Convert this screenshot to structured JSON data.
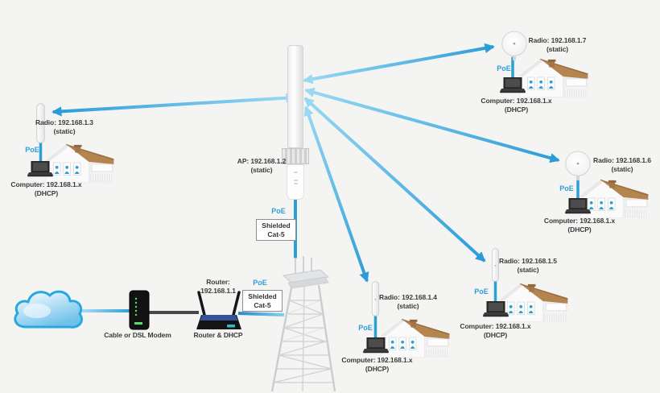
{
  "ap": {
    "name": "AP: 192.168.1.2",
    "mode": "(static)"
  },
  "tower_link": {
    "poe": "PoE",
    "cable_line1": "Shielded",
    "cable_line2": "Cat-5"
  },
  "router": {
    "title": "Router:",
    "ip": "192.168.1.1",
    "caption": "Router & DHCP",
    "poe": "PoE",
    "cable_line1": "Shielded",
    "cable_line2": "Cat-5"
  },
  "internet": {
    "modem_label": "Cable or DSL Modem"
  },
  "clients": [
    {
      "radio": "Radio: 192.168.1.3",
      "radio_mode": "(static)",
      "poe": "PoE",
      "computer": "Computer: 192.168.1.x",
      "computer_mode": "(DHCP)",
      "device": "sector"
    },
    {
      "radio": "Radio: 192.168.1.7",
      "radio_mode": "(static)",
      "poe": "PoE",
      "computer": "Computer: 192.168.1.x",
      "computer_mode": "(DHCP)",
      "device": "dish"
    },
    {
      "radio": "Radio: 192.168.1.6",
      "radio_mode": "(static)",
      "poe": "PoE",
      "computer": "Computer: 192.168.1.x",
      "computer_mode": "(DHCP)",
      "device": "dish"
    },
    {
      "radio": "Radio: 192.168.1.5",
      "radio_mode": "(static)",
      "poe": "PoE",
      "computer": "Computer: 192.168.1.x",
      "computer_mode": "(DHCP)",
      "device": "sector"
    },
    {
      "radio": "Radio: 192.168.1.4",
      "radio_mode": "(static)",
      "poe": "PoE",
      "computer": "Computer: 192.168.1.x",
      "computer_mode": "(DHCP)",
      "device": "sector"
    }
  ],
  "colors": {
    "link_dark": "#2b9cd8",
    "link_light": "#9ad9f3",
    "poe_text": "#2e9fd6",
    "cloud_stroke": "#29a8e0",
    "roof_brown": "#b5854f",
    "background": "#f4f4f2"
  }
}
